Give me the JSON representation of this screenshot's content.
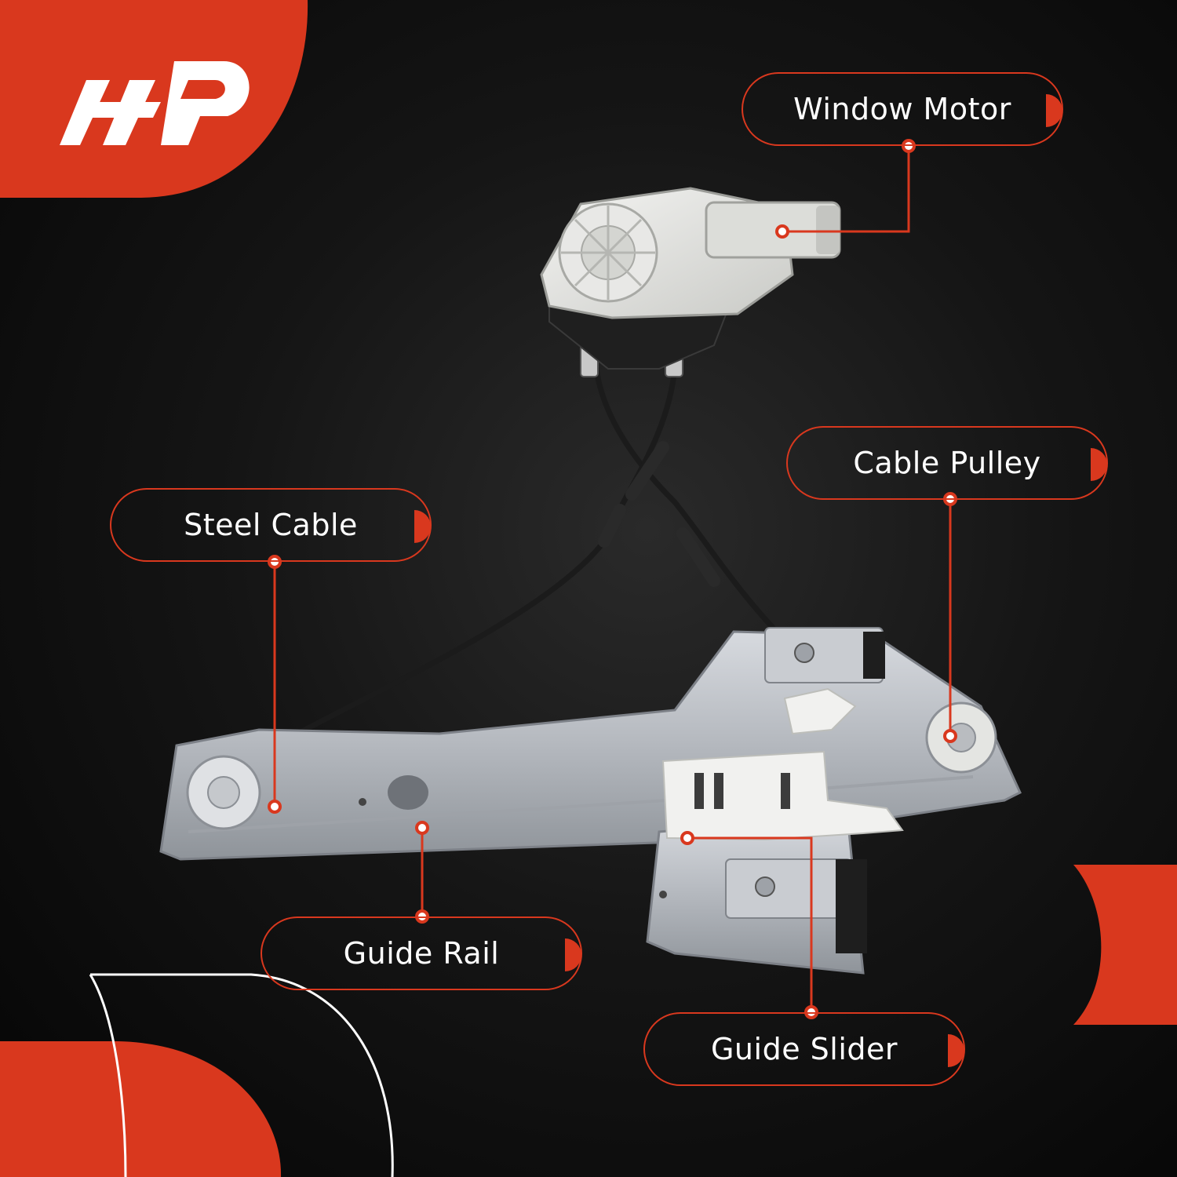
{
  "brand": {
    "logo_icon": "a-premium-logo-icon",
    "accent_color": "#d9381e",
    "background_color": "#0d0d0d"
  },
  "callouts": {
    "window_motor": "Window Motor",
    "cable_pulley": "Cable Pulley",
    "steel_cable": "Steel Cable",
    "guide_rail": "Guide Rail",
    "guide_slider": "Guide Slider"
  },
  "product": {
    "image_icon": "window-regulator-with-motor-illustration"
  }
}
